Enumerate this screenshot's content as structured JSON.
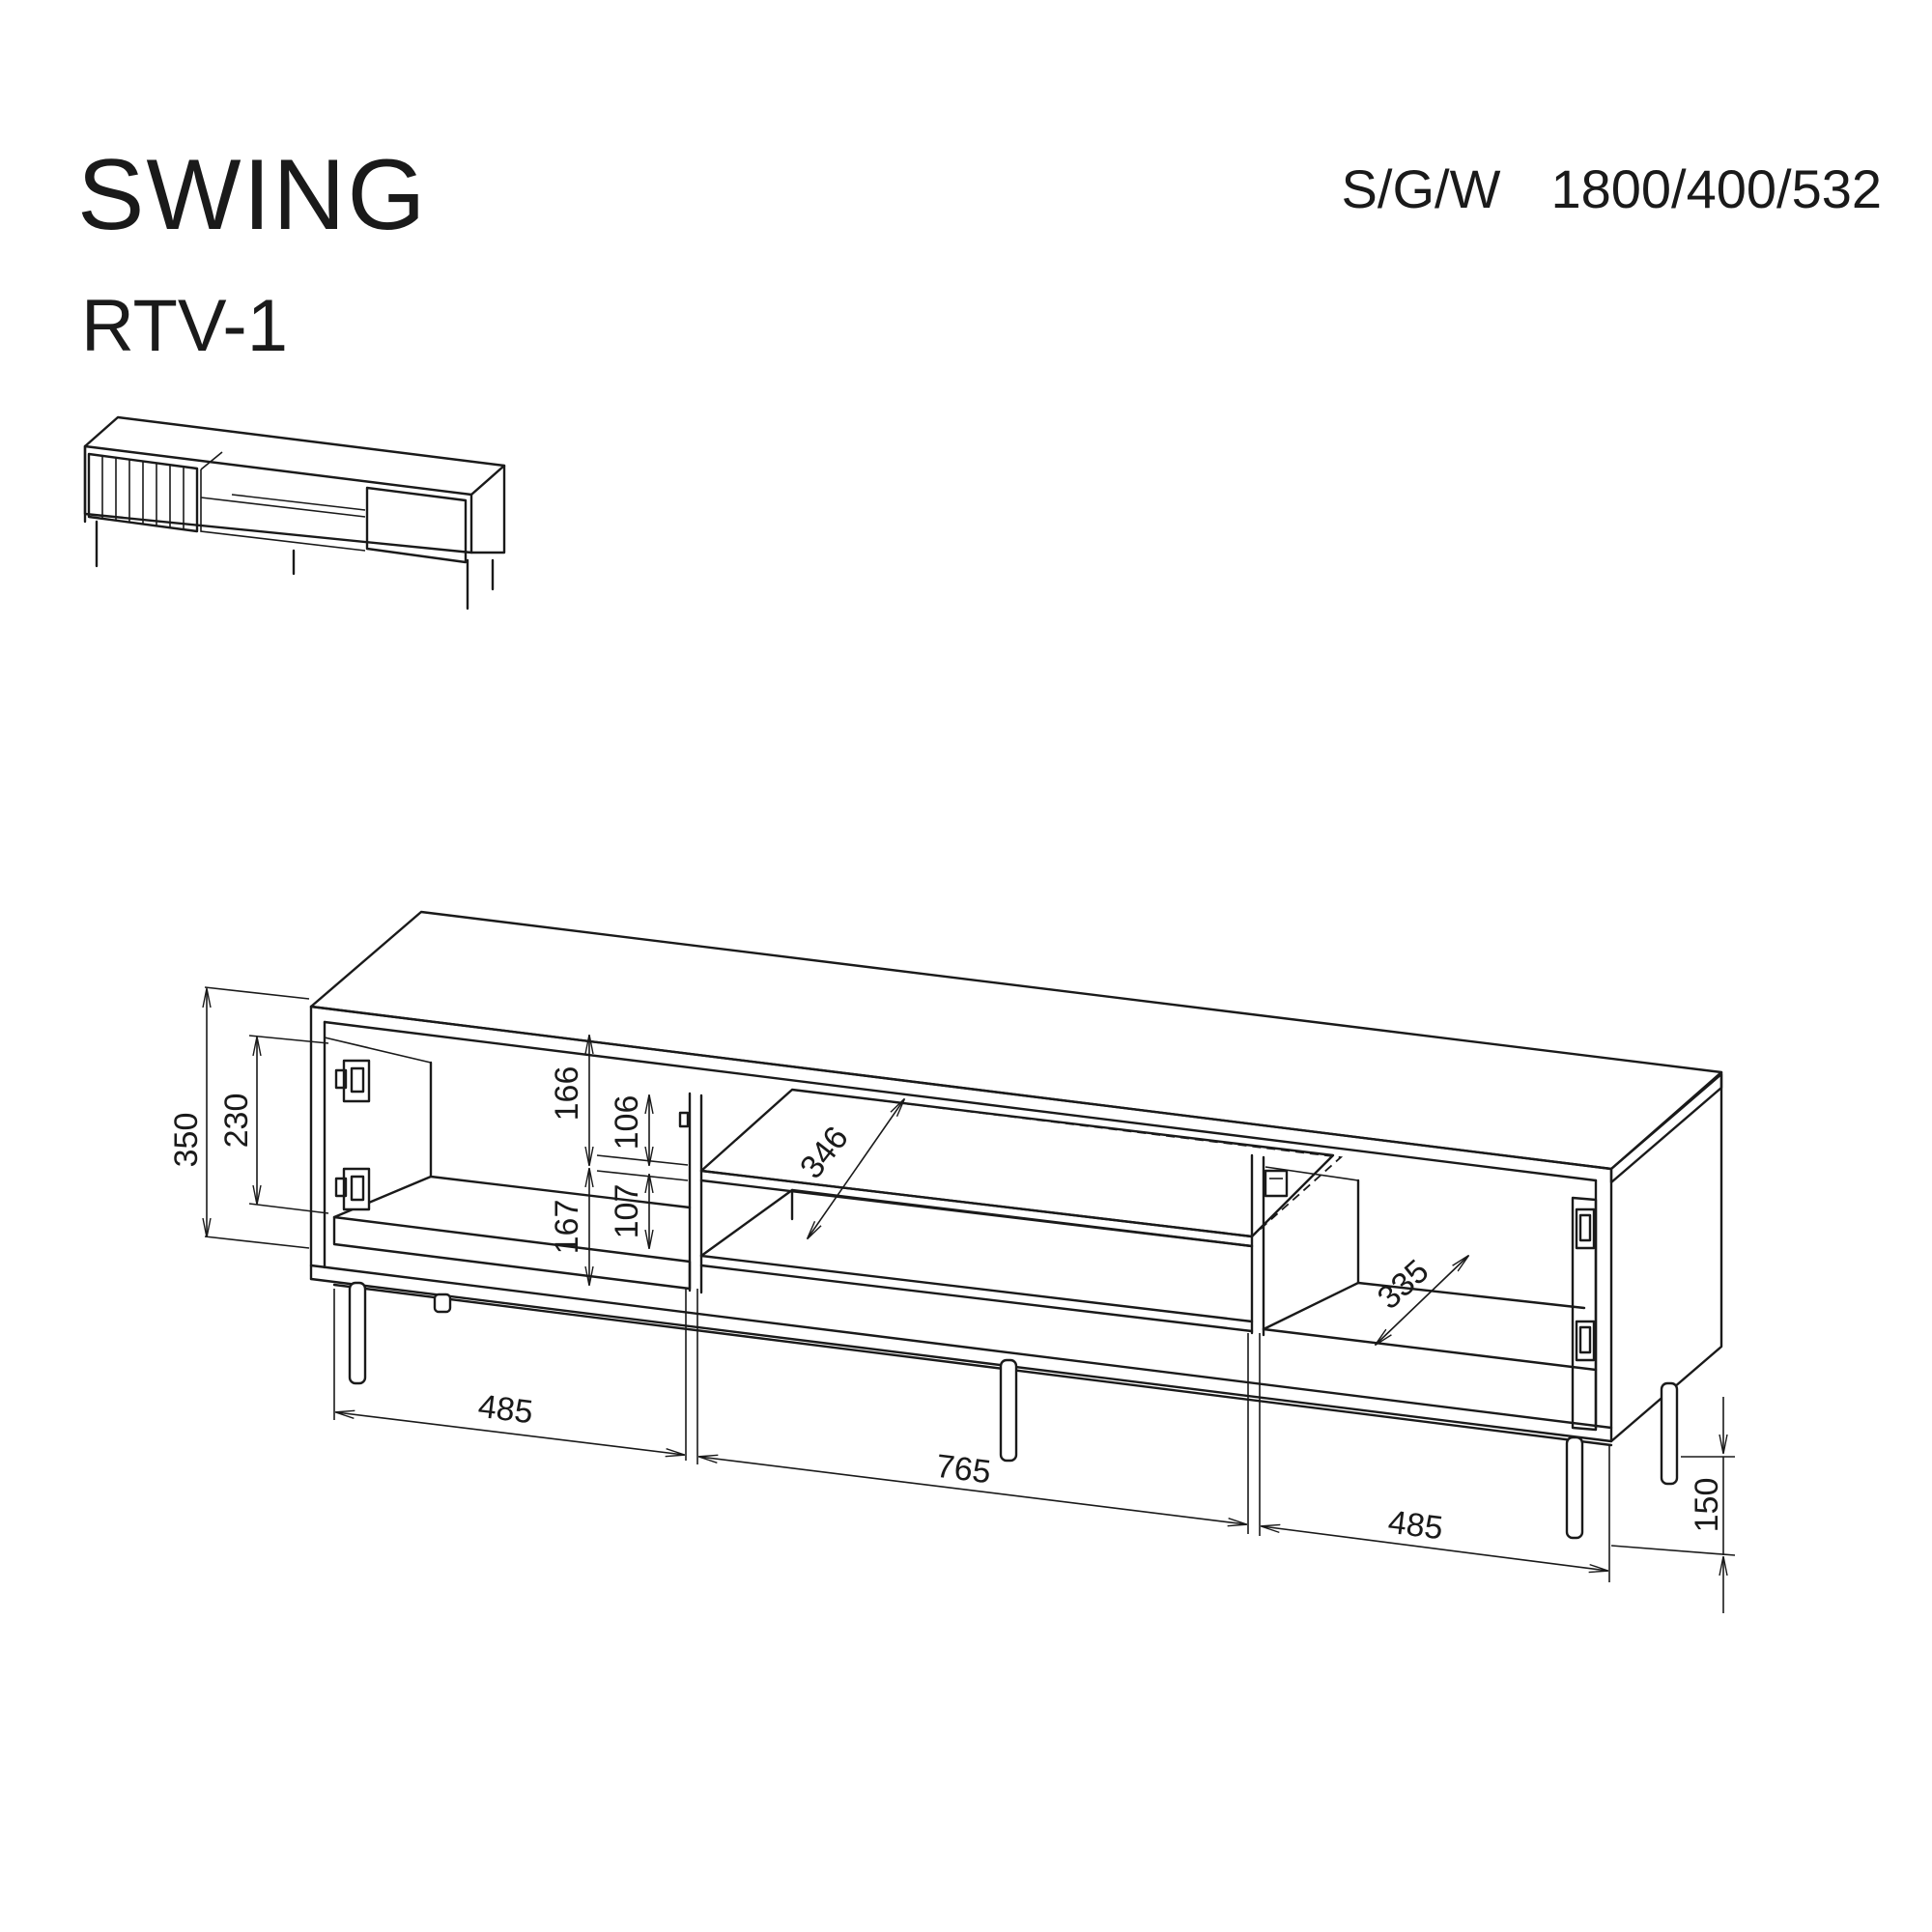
{
  "product": {
    "name": "SWING",
    "model": "RTV-1"
  },
  "spec": {
    "axes": "S/G/W",
    "dimensions": "1800/400/532"
  },
  "dimension_labels": {
    "total_height": "350",
    "inner_height": "230",
    "upper_left": "166",
    "upper_center": "106",
    "lower_left": "167",
    "lower_center": "107",
    "shelf_depth": "346",
    "right_depth": "335",
    "left_width": "485",
    "center_width": "765",
    "right_width": "485",
    "leg_height": "150"
  },
  "icons": [
    "hinge-icon",
    "handle-icon",
    "thumbnail-cabinet-icon"
  ]
}
